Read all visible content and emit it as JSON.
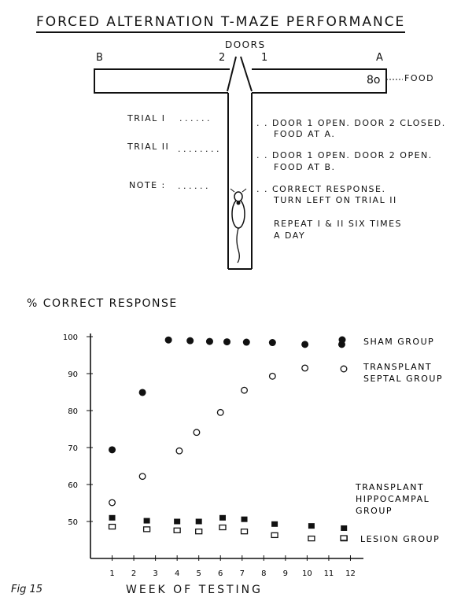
{
  "diagram": {
    "title": "FORCED ALTERNATION T-MAZE PERFORMANCE",
    "doors_label": "DOORS",
    "door_1": "1",
    "door_2": "2",
    "arm_b": "B",
    "arm_a": "A",
    "food_label": "FOOD",
    "food_pellets": "8o",
    "trial_1_label": "TRIAL I",
    "trial_1_dots": ". . . . . .",
    "trial_1_desc_1": ". . DOOR 1 OPEN. DOOR 2 CLOSED.",
    "trial_1_desc_2": "FOOD AT A.",
    "trial_2_label": "TRIAL II",
    "trial_2_dots": ". . . . . . . .",
    "trial_2_desc_1": ". . DOOR 1 OPEN. DOOR 2 OPEN.",
    "trial_2_desc_2": "FOOD AT B.",
    "note_label": "NOTE :",
    "note_dots": ". . . . . .",
    "note_desc_1": ". . CORRECT RESPONSE.",
    "note_desc_2": "TURN LEFT ON TRIAL II",
    "repeat_1": "REPEAT I & II SIX TIMES",
    "repeat_2": "A DAY"
  },
  "chart_data": {
    "type": "scatter",
    "ylabel": "% CORRECT RESPONSE",
    "xlabel": "WEEK OF TESTING",
    "xlim": [
      0,
      12.6
    ],
    "ylim": [
      40,
      100
    ],
    "x_ticks": [
      1,
      2,
      3,
      4,
      5,
      6,
      7,
      8,
      9,
      10,
      11,
      12
    ],
    "y_ticks": [
      50,
      60,
      70,
      80,
      90,
      100
    ],
    "series": [
      {
        "name": "SHAM GROUP",
        "marker": "filled-circle",
        "x": [
          1,
          2.4,
          3.6,
          4.6,
          5.5,
          6.3,
          7.2,
          8.4,
          9.9,
          11.6
        ],
        "y": [
          69.4,
          84.9,
          99.1,
          98.9,
          98.7,
          98.6,
          98.5,
          98.4,
          97.9,
          97.9
        ]
      },
      {
        "name": "TRANSPLANT SEPTAL GROUP",
        "marker": "open-circle",
        "x": [
          1,
          2.4,
          4.1,
          4.9,
          6,
          7.1,
          8.4,
          9.9
        ],
        "y": [
          55.1,
          62.2,
          69.1,
          74.1,
          79.5,
          85.5,
          89.3,
          91.5
        ]
      },
      {
        "name": "TRANSPLANT HIPPOCAMPAL GROUP",
        "marker": "filled-square",
        "x": [
          1,
          2.6,
          4,
          5,
          6.1,
          7.1,
          8.5,
          10.2,
          11.7
        ],
        "y": [
          51,
          50.2,
          50,
          50,
          51,
          50.6,
          49.3,
          48.8,
          48.2
        ]
      },
      {
        "name": "LESION GROUP",
        "marker": "open-square",
        "x": [
          1,
          2.6,
          4,
          5,
          6.1,
          7.1,
          8.5,
          10.2,
          11.7
        ],
        "y": [
          48.6,
          47.9,
          47.6,
          47.3,
          48.4,
          47.3,
          46.3,
          45.4,
          45.4
        ]
      }
    ],
    "legend_placement": "right"
  },
  "figure_caption": "Fig 15"
}
